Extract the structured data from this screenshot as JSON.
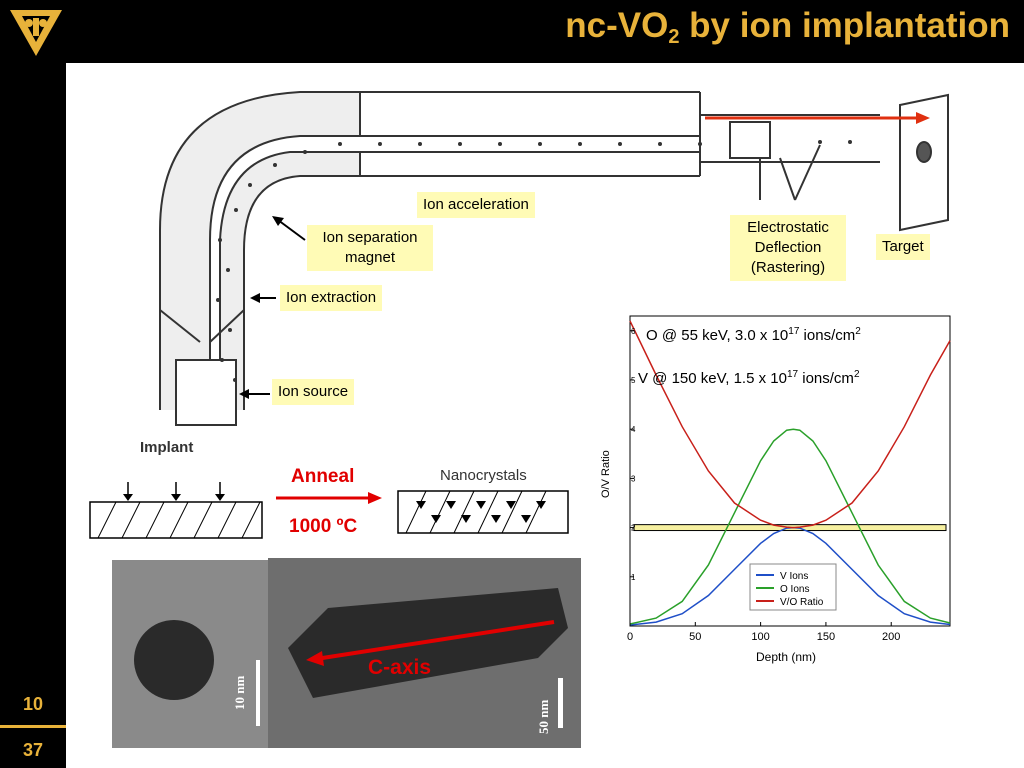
{
  "slide": {
    "title_main": "nc-VO",
    "title_sub": "2",
    "title_rest": " by ion implantation",
    "page_top": "10",
    "page_bottom": "37"
  },
  "diagram": {
    "ion_acceleration": "Ion acceleration",
    "ion_separation_line1": "Ion separation",
    "ion_separation_line2": "magnet",
    "ion_extraction": "Ion extraction",
    "ion_source": "Ion source",
    "electrostatic_line1": "Electrostatic",
    "electrostatic_line2": "Deflection",
    "electrostatic_line3": "(Rastering)",
    "target": "Target"
  },
  "process": {
    "implant": "Implant",
    "anneal": "Anneal",
    "temperature": "1000 ºC",
    "nanocrystals": "Nanocrystals"
  },
  "tem": {
    "scale_small": "10 nm",
    "scale_large": "50 nm",
    "c_axis": "C-axis"
  },
  "chart_data": {
    "type": "line",
    "xlabel": "Depth (nm)",
    "ylabel": "O/V Ratio",
    "xlim": [
      0,
      245
    ],
    "ylim": [
      0,
      6.3
    ],
    "xticks": [
      0,
      50,
      100,
      150,
      200
    ],
    "yticks": [
      1,
      2,
      3,
      4,
      5,
      6
    ],
    "annotation_o_prefix": "O @ 55 keV, 3.0 x 10",
    "annotation_o_exp": "17",
    "annotation_o_unit": " ions/cm",
    "annotation_o_unit_exp": "2",
    "annotation_v_prefix": "V @ 150 keV, 1.5 x 10",
    "annotation_v_exp": "17",
    "annotation_v_unit": " ions/cm",
    "annotation_v_unit_exp": "2",
    "band_y": [
      1.94,
      2.06
    ],
    "legend_position": "bottom-right",
    "series": [
      {
        "name": "V Ions",
        "color": "#1f4fc8",
        "x": [
          0,
          20,
          40,
          60,
          80,
          100,
          110,
          120,
          125,
          130,
          140,
          150,
          170,
          190,
          210,
          230,
          245
        ],
        "y": [
          0.02,
          0.08,
          0.25,
          0.62,
          1.15,
          1.68,
          1.88,
          1.99,
          2.0,
          1.99,
          1.88,
          1.68,
          1.15,
          0.62,
          0.25,
          0.08,
          0.03
        ]
      },
      {
        "name": "O Ions",
        "color": "#2aa02a",
        "x": [
          0,
          20,
          40,
          60,
          80,
          100,
          110,
          120,
          125,
          130,
          140,
          150,
          170,
          190,
          210,
          230,
          245
        ],
        "y": [
          0.04,
          0.16,
          0.5,
          1.24,
          2.3,
          3.36,
          3.76,
          3.98,
          4.0,
          3.98,
          3.76,
          3.36,
          2.3,
          1.24,
          0.5,
          0.16,
          0.06
        ]
      },
      {
        "name": "V/O Ratio",
        "color": "#c8201a",
        "x": [
          0,
          20,
          40,
          60,
          80,
          100,
          110,
          120,
          125,
          130,
          140,
          150,
          170,
          190,
          210,
          230,
          245
        ],
        "y": [
          6.2,
          5.1,
          4.05,
          3.15,
          2.5,
          2.15,
          2.05,
          2.01,
          2.0,
          2.01,
          2.05,
          2.15,
          2.5,
          3.15,
          4.05,
          5.1,
          5.8
        ]
      }
    ]
  },
  "colors": {
    "accent_gold": "#e8b23a",
    "label_fill": "#fffbb6",
    "red": "#e10000"
  }
}
